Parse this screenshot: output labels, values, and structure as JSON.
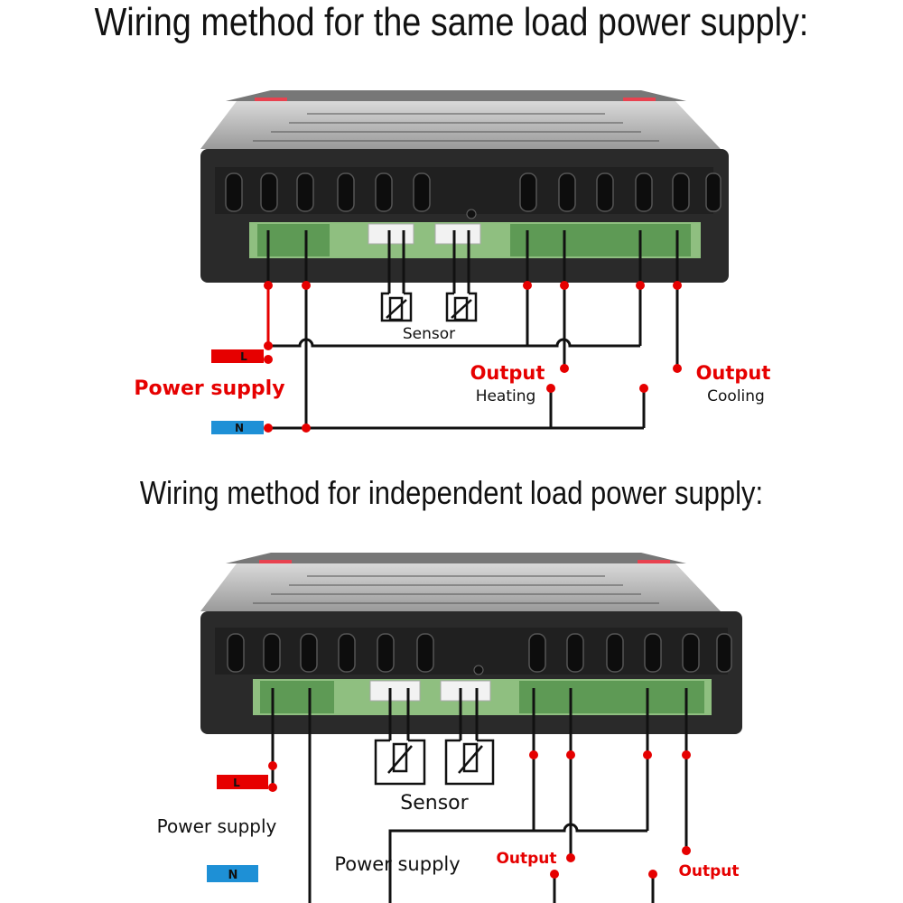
{
  "title_same": "Wiring method for the same load power supply:",
  "title_independent": "Wiring method for independent load power supply:",
  "colors": {
    "wire": "#111111",
    "live": "#e60000",
    "dot": "#e60000",
    "neutral": "#1e90d6",
    "body": "#2a2a2a",
    "clip": "#e8424f",
    "pcb": "#8fbf80"
  },
  "diagram1": {
    "L_tag": "L",
    "N_tag": "N",
    "power_supply": "Power supply",
    "sensor": "Sensor",
    "output_heating": "Output",
    "heating": "Heating",
    "output_cooling": "Output",
    "cooling": "Cooling"
  },
  "diagram2": {
    "L_tag": "L",
    "N_tag": "N",
    "power_supply": "Power supply",
    "sensor": "Sensor",
    "load_power_supply": "Power supply",
    "output_left": "Output",
    "output_right": "Output"
  }
}
